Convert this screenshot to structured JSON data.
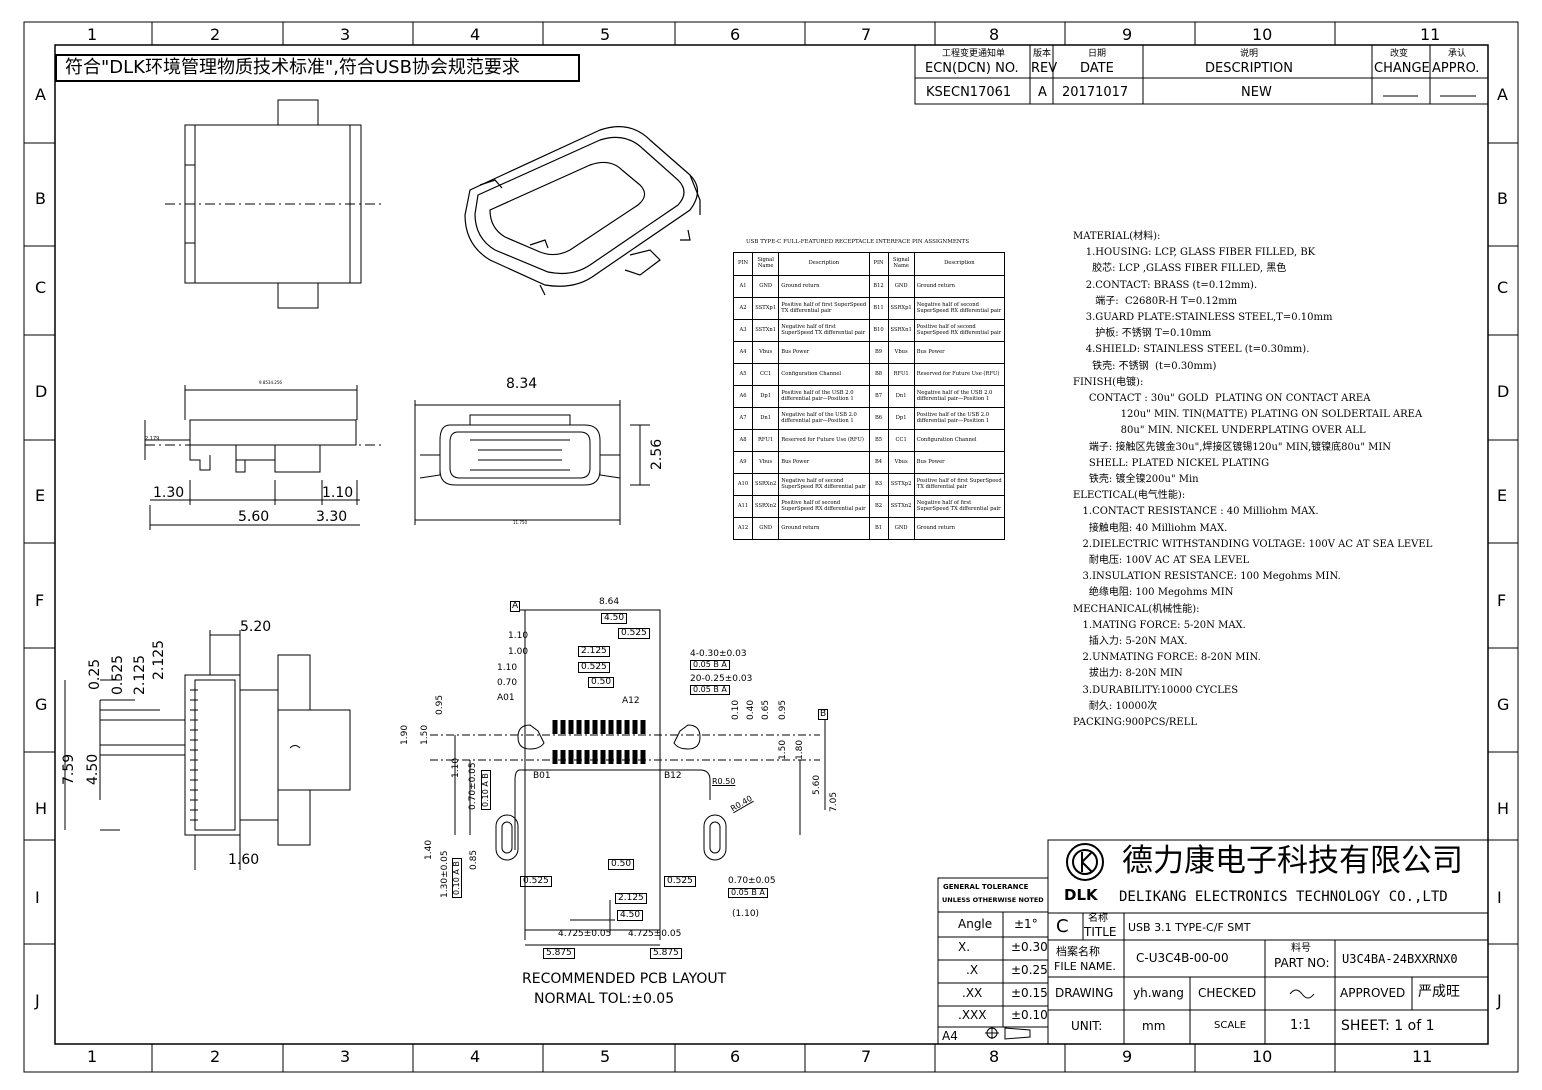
{
  "compliance_note": "符合\"DLK环境管理物质技术标准\",符合USB协会规范要求",
  "grid": {
    "columns": [
      "1",
      "2",
      "3",
      "4",
      "5",
      "6",
      "7",
      "8",
      "9",
      "10",
      "11"
    ],
    "rows": [
      "A",
      "B",
      "C",
      "D",
      "E",
      "F",
      "G",
      "H",
      "I",
      "J"
    ]
  },
  "revision_block": {
    "headers": {
      "ecn_cn": "工程变更通知单",
      "ecn": "ECN(DCN) NO.",
      "rev_cn": "版本",
      "rev": "REV",
      "date_cn": "日期",
      "date": "DATE",
      "desc_cn": "说明",
      "desc": "DESCRIPTION",
      "change_cn": "改变",
      "change": "CHANGE",
      "appro_cn": "承认",
      "appro": "APPRO."
    },
    "row": {
      "ecn": "KSECN17061",
      "rev": "A",
      "date": "20171017",
      "desc": "NEW"
    }
  },
  "pin_table": {
    "title": "USB TYPE-C FULL-FEATURED RECEPTACLE INTERFACE PIN ASSIGNMENTS",
    "headers": [
      "PIN",
      "Signal Name",
      "Description",
      "PIN",
      "Signal Name",
      "Description"
    ],
    "rows": [
      [
        "A1",
        "GND",
        "Ground return",
        "B12",
        "GND",
        "Ground return"
      ],
      [
        "A2",
        "SSTXp1",
        "Positive half of first SuperSpeed TX differential pair",
        "B11",
        "SSRXp1",
        "Negative half of second SuperSpeed RX differential pair"
      ],
      [
        "A3",
        "SSTXn1",
        "Negative half of first SuperSpeed TX differential pair",
        "B10",
        "SSRXn1",
        "Positive half of second SuperSpeed RX differential pair"
      ],
      [
        "A4",
        "Vbus",
        "Bus Power",
        "B9",
        "Vbus",
        "Bus Power"
      ],
      [
        "A5",
        "CC1",
        "Configuration Channel",
        "B8",
        "RFU1",
        "Reserved for Future Use (RFU)"
      ],
      [
        "A6",
        "Dp1",
        "Positive half of the USB 2.0 differential pair—Position 1",
        "B7",
        "Dn1",
        "Negative half of the USB 2.0 differential pair—Position 1"
      ],
      [
        "A7",
        "Dn1",
        "Negative half of the USB 2.0 differential pair—Position 1",
        "B6",
        "Dp1",
        "Positive half of the USB 2.0 differential pair—Position 1"
      ],
      [
        "A8",
        "RFU1",
        "Reserved for Future Use (RFU)",
        "B5",
        "CC1",
        "Configuration Channel"
      ],
      [
        "A9",
        "Vbus",
        "Bus Power",
        "B4",
        "Vbus",
        "Bus Power"
      ],
      [
        "A10",
        "SSRXn2",
        "Negative half of second SuperSpeed RX differential pair",
        "B3",
        "SSTXp2",
        "Positive half of first SuperSpeed TX differential pair"
      ],
      [
        "A11",
        "SSRXn2",
        "Positive half of second SuperSpeed RX differential pair",
        "B2",
        "SSTXn2",
        "Negative half of first SuperSpeed TX differential pair"
      ],
      [
        "A12",
        "GND",
        "Ground return",
        "B1",
        "GND",
        "Ground return"
      ]
    ]
  },
  "material_notes": [
    "MATERIAL(材料):",
    "    1.HOUSING: LCP, GLASS FIBER FILLED, BK",
    "      胶芯: LCP ,GLASS FIBER FILLED, 黑色",
    "    2.CONTACT: BRASS (t=0.12mm).",
    "       端子:  C2680R-H T=0.12mm",
    "    3.GUARD PLATE:STAINLESS STEEL,T=0.10mm",
    "       护板: 不锈钢 T=0.10mm",
    "    4.SHIELD: STAINLESS STEEL (t=0.30mm).",
    "      铁壳: 不锈钢  (t=0.30mm)",
    "FINISH(电镀):",
    "     CONTACT : 30u\" GOLD  PLATING ON CONTACT AREA",
    "               120u\" MIN. TIN(MATTE) PLATING ON SOLDERTAIL AREA",
    "               80u\" MIN. NICKEL UNDERPLATING OVER ALL",
    "     端子: 接触区先镀金30u\",焊接区镀锡120u\" MIN,镀镍底80u\" MIN",
    "     SHELL: PLATED NICKEL PLATING",
    "     铁壳: 镀全镍200u\" Min",
    "ELECTICAL(电气性能):",
    "   1.CONTACT RESISTANCE : 40 Milliohm MAX.",
    "     接触电阻: 40 Milliohm MAX.",
    "   2.DIELECTRIC WITHSTANDING VOLTAGE: 100V AC AT SEA LEVEL",
    "     耐电压: 100V AC AT SEA LEVEL",
    "   3.INSULATION RESISTANCE: 100 Megohms MIN.",
    "     绝缘电阻: 100 Megohms MIN",
    "MECHANICAL(机械性能):",
    "   1.MATING FORCE: 5-20N MAX.",
    "     插入力: 5-20N MAX.",
    "   2.UNMATING FORCE: 8-20N MIN.",
    "     拔出力: 8-20N MIN",
    "   3.DURABILITY:10000 CYCLES",
    "     耐久: 10000次",
    "PACKING:900PCS/RELL"
  ],
  "dimensions": {
    "side": {
      "w": "9.8534.256",
      "h": "2.179",
      "a": "1.30",
      "b": "1.10",
      "c": "5.60",
      "d": "3.30"
    },
    "front": {
      "w": "8.34",
      "h": "2.56",
      "bottom": "11.750"
    },
    "top": {
      "w": "5.20",
      "a": "0.25",
      "b": "0.525",
      "c": "2.125",
      "h1": "7.59",
      "h2": "4.50",
      "bottom": "1.60"
    },
    "pcb": {
      "overall": "8.64",
      "a": "4.50",
      "b": "0.525",
      "c": "1.10",
      "d": "1.00",
      "e": "2.125",
      "f": "0.525",
      "g": "1.10",
      "h": "0.70",
      "i": "0.50",
      "tol1": "4-0.30±0.03",
      "tol1b": "0.05 B A",
      "tol2": "20-0.25±0.03",
      "tol2b": "0.05 B A",
      "a01": "A01",
      "a12": "A12",
      "b01": "B01",
      "b12": "B12",
      "v1": "0.95",
      "v2": "1.90",
      "v3": "1.50",
      "v4": "1.10",
      "v5": "0.70±0.05",
      "v5b": "0.10 A B",
      "r1": "0.10",
      "r2": "0.40",
      "r3": "0.65",
      "r4": "0.95",
      "r5": "1.50",
      "r6": "1.80",
      "r7": "5.60",
      "r8": "7.05",
      "rad1": "R0.50",
      "rad2": "R0.40",
      "h140": "1.40",
      "h085": "0.85",
      "h130": "1.30±0.05",
      "h130b": "0.10 A B",
      "l0525": "0.525",
      "l050": "0.50",
      "l2125": "2.125",
      "l450": "4.50",
      "r0525": "0.525",
      "r070": "0.70±0.05",
      "r070b": "0.05 B A",
      "r110": "(1.10)",
      "lb1": "4.725±0.05",
      "lb2": "4.725±0.05",
      "lb3": "5.875",
      "lb4": "5.875",
      "label_a": "A",
      "label_b": "B"
    }
  },
  "pcb_caption": {
    "line1": "RECOMMENDED PCB LAYOUT",
    "line2": "NORMAL TOL:±0.05"
  },
  "title_block": {
    "company_cn": "德力康电子科技有限公司",
    "company_en": "DELIKANG ELECTRONICS TECHNOLOGY CO.,LTD",
    "logo_text": "DLK",
    "size_code": "C",
    "title_label_cn": "名称",
    "title_label": "TITLE",
    "title": "USB 3.1 TYPE-C/F SMT",
    "file_label_cn": "档案名称",
    "file_label": "FILE NAME.",
    "file_name": "C-U3C4B-00-00",
    "part_label_cn": "料号",
    "part_label": "PART NO:",
    "part_no": "U3C4BA-24BXXRNX0",
    "drawing_label": "DRAWING",
    "drawer": "yh.wang",
    "checked_label": "CHECKED",
    "checker": "~",
    "approved_label": "APPROVED",
    "approver": "严成旺",
    "unit_label": "UNIT:",
    "unit": "mm",
    "scale_label": "SCALE",
    "scale": "1:1",
    "sheet": "SHEET: 1 of 1"
  },
  "tolerance": {
    "h1": "GENERAL TOLERANCE",
    "h2": "UNLESS OTHERWISE NOTED",
    "rows": [
      [
        "Angle",
        "±1°"
      ],
      [
        "X.",
        "±0.30"
      ],
      [
        ".X",
        "±0.25"
      ],
      [
        ".XX",
        "±0.15"
      ],
      [
        ".XXX",
        "±0.10"
      ]
    ],
    "paper": "A4"
  }
}
